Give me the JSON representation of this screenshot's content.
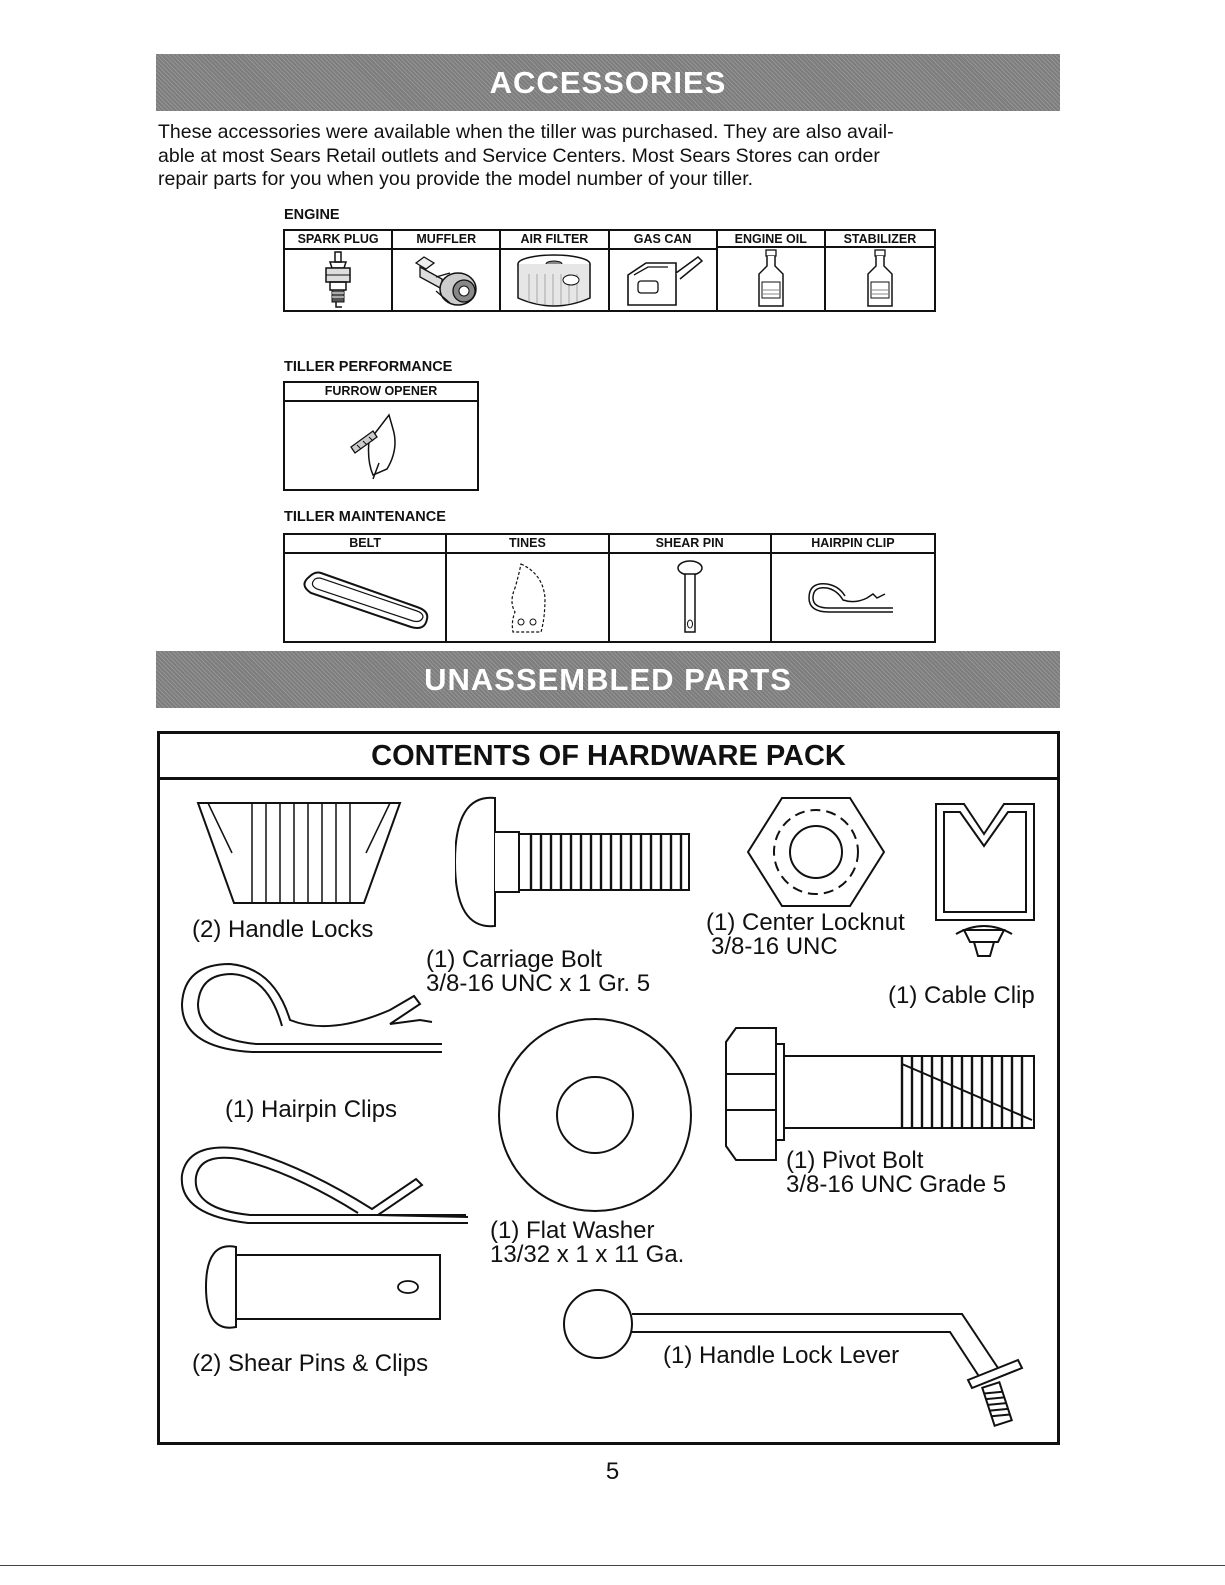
{
  "accessories": {
    "banner": "ACCESSORIES",
    "intro_lines": [
      "These accessories were available when the tiller was purchased.  They are also avail-",
      "able at most Sears Retail outlets and Service Centers.  Most Sears Stores can order",
      "repair parts for you when you provide the model number of your tiller."
    ],
    "engine": {
      "label": "ENGINE",
      "items": [
        {
          "name": "SPARK PLUG",
          "icon": "spark-plug-icon"
        },
        {
          "name": "MUFFLER",
          "icon": "muffler-icon"
        },
        {
          "name": "AIR FILTER",
          "icon": "air-filter-icon"
        },
        {
          "name": "GAS CAN",
          "icon": "gas-can-icon"
        },
        {
          "name": "ENGINE OIL",
          "icon": "oil-bottle-icon"
        },
        {
          "name": "STABILIZER",
          "icon": "stabilizer-bottle-icon"
        }
      ]
    },
    "performance": {
      "label": "TILLER PERFORMANCE",
      "items": [
        {
          "name": "FURROW OPENER",
          "icon": "furrow-opener-icon"
        }
      ]
    },
    "maintenance": {
      "label": "TILLER MAINTENANCE",
      "items": [
        {
          "name": "BELT",
          "icon": "belt-icon"
        },
        {
          "name": "TINES",
          "icon": "tine-icon"
        },
        {
          "name": "SHEAR PIN",
          "icon": "shear-pin-icon"
        },
        {
          "name": "HAIRPIN CLIP",
          "icon": "hairpin-clip-icon"
        }
      ]
    }
  },
  "unassembled": {
    "banner": "UNASSEMBLED PARTS",
    "hardware_title": "CONTENTS OF HARDWARE PACK",
    "parts": {
      "handle_locks": "(2) Handle Locks",
      "hairpin_clips": "(1) Hairpin Clips",
      "shear_pins": "(2) Shear Pins & Clips",
      "carriage_bolt": "(1) Carriage Bolt",
      "carriage_bolt_spec": "3/8-16 UNC x 1 Gr. 5",
      "center_locknut": "(1) Center Locknut",
      "center_locknut_spec": "3/8-16 UNC",
      "cable_clip": "(1) Cable Clip",
      "flat_washer": "(1) Flat Washer",
      "flat_washer_spec": "13/32 x 1 x 11 Ga.",
      "pivot_bolt": "(1) Pivot Bolt",
      "pivot_bolt_spec": "3/8-16 UNC Grade 5",
      "handle_lock_lever": "(1) Handle Lock Lever"
    }
  },
  "page_number": "5"
}
